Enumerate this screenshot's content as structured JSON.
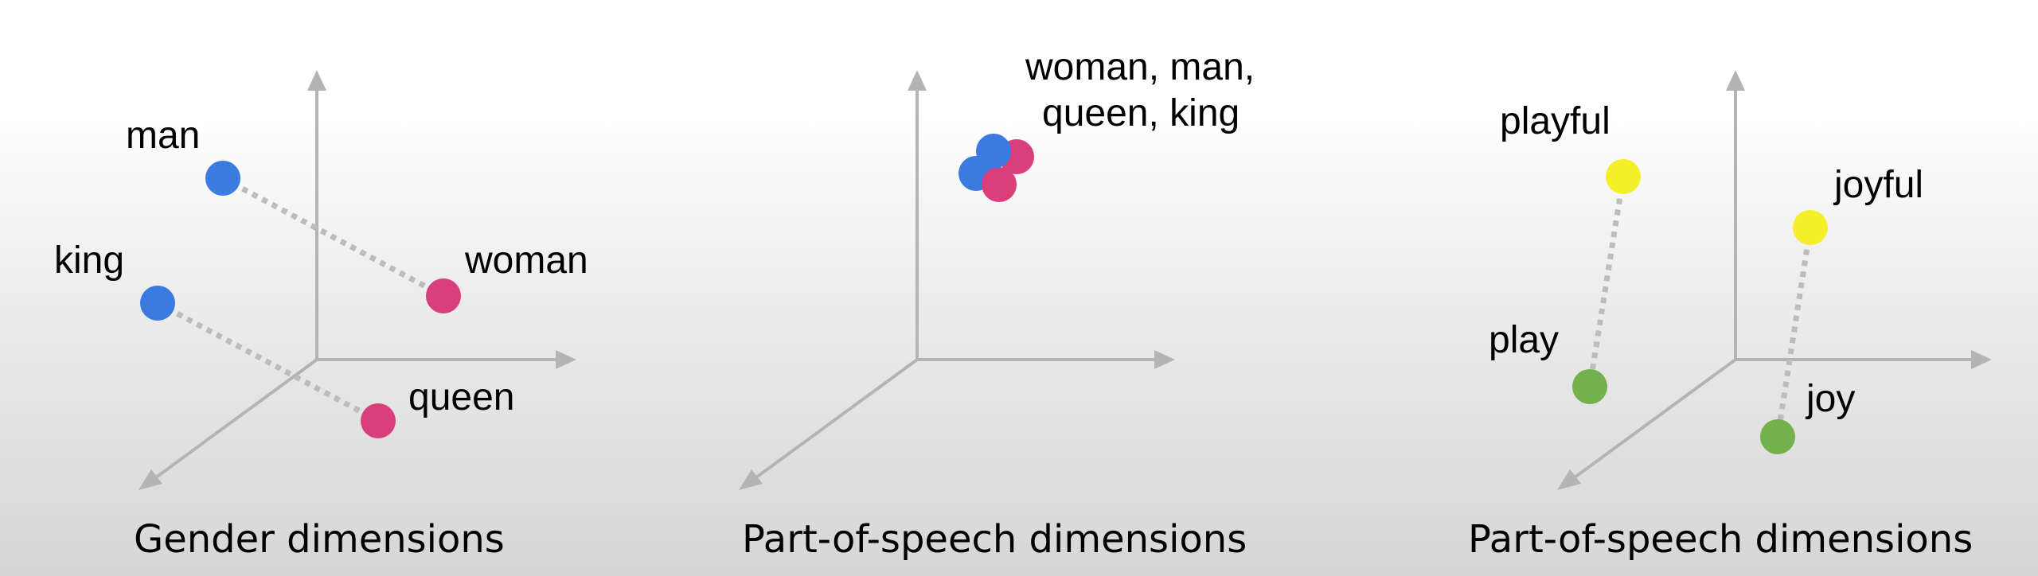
{
  "panels": [
    {
      "caption": "Gender dimensions",
      "points": {
        "man": {
          "label": "man",
          "color": "#3b7be0"
        },
        "king": {
          "label": "king",
          "color": "#3b7be0"
        },
        "woman": {
          "label": "woman",
          "color": "#d93f7b"
        },
        "queen": {
          "label": "queen",
          "color": "#d93f7b"
        }
      }
    },
    {
      "caption": "Part-of-speech dimensions",
      "cluster_label_line1": "woman, man,",
      "cluster_label_line2": "queen, king",
      "colors": {
        "blue": "#3b7be0",
        "pink": "#d93f7b"
      }
    },
    {
      "caption": "Part-of-speech dimensions",
      "points": {
        "playful": {
          "label": "playful",
          "color": "#f5ef2a"
        },
        "joyful": {
          "label": "joyful",
          "color": "#f5ef2a"
        },
        "play": {
          "label": "play",
          "color": "#74b04b"
        },
        "joy": {
          "label": "joy",
          "color": "#74b04b"
        }
      }
    }
  ]
}
